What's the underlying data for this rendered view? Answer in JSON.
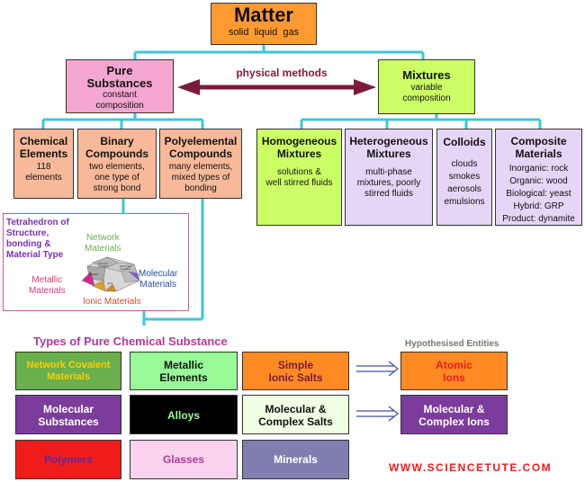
{
  "matter": {
    "title": "Matter",
    "subtitle": "solid  liquid  gas"
  },
  "pure": {
    "title_line1": "Pure",
    "title_line2": "Substances",
    "sub_line1": "constant",
    "sub_line2": "composition"
  },
  "physical_methods": "physical methods",
  "mixtures": {
    "title": "Mixtures",
    "sub_line1": "variable",
    "sub_line2": "composition"
  },
  "chemical_elements": {
    "title_line1": "Chemical",
    "title_line2": "Elements",
    "sub_line1": "118",
    "sub_line2": "elements"
  },
  "binary": {
    "title_line1": "Binary",
    "title_line2": "Compounds",
    "sub_line1": "two elements,",
    "sub_line2": "one type of",
    "sub_line3": "strong bond"
  },
  "polyelemental": {
    "title_line1": "Polyelemental",
    "title_line2": "Compounds",
    "sub_line1": "many elements,",
    "sub_line2": "mixed types of",
    "sub_line3": "bonding"
  },
  "homogeneous": {
    "title_line1": "Homogeneous",
    "title_line2": "Mixtures",
    "sub_line1": "solutions &",
    "sub_line2": "well stirred fluids"
  },
  "heterogeneous": {
    "title_line1": "Heterogeneous",
    "title_line2": "Mixtures",
    "sub_line1": "multi-phase",
    "sub_line2": "mixtures, poorly",
    "sub_line3": "stirred fluids"
  },
  "colloids": {
    "title": "Colloids",
    "items": [
      "clouds",
      "smokes",
      "aerosols",
      "emulsions"
    ]
  },
  "composite": {
    "title_line1": "Composite",
    "title_line2": "Materials",
    "items": [
      "Inorganic: rock",
      "Organic: wood",
      "Biological: yeast",
      "Hybrid: GRP",
      "Product: dynamite"
    ]
  },
  "tetrahedron": {
    "title_lines": [
      "Tetrahedron of",
      "Structure,",
      "bonding &",
      "Material Type"
    ],
    "network": [
      "Network",
      "Materials"
    ],
    "molecular": [
      "Molecular",
      "Materials"
    ],
    "metallic": [
      "Metallic",
      "Materials"
    ],
    "ionic": "Ionic Materials",
    "face_labels": [
      "Network",
      "Covalent",
      "Molecular",
      "Covalent",
      "Metallic",
      "Ionic"
    ]
  },
  "types_heading": "Types of Pure Chemical Substance",
  "hypothesised_heading": "Hypothesised Entities",
  "grid": {
    "network_covalent": [
      "Network Covalent",
      "Materials"
    ],
    "metallic_elements": [
      "Metallic",
      "Elements"
    ],
    "simple_ionic": [
      "Simple",
      "Ionic Salts"
    ],
    "atomic_ions": [
      "Atomic",
      "Ions"
    ],
    "molecular_substances": [
      "Molecular",
      "Substances"
    ],
    "alloys": "Alloys",
    "molecular_complex_salts": [
      "Molecular &",
      "Complex Salts"
    ],
    "molecular_complex_ions": [
      "Molecular &",
      "Complex Ions"
    ],
    "polymers": "Polymers",
    "glasses": "Glasses",
    "minerals": "Minerals"
  },
  "website": "WWW.SCIENCETUTE.COM",
  "colors": {
    "line": "#3fc6d6",
    "orange": "#ff9a33",
    "pink": "#f3a6d1",
    "green": "#ccff66",
    "salmon": "#f8b99a",
    "lavender": "#e5d5f7",
    "purple": "#7b3c9b",
    "maroon": "#7a1b3d"
  }
}
